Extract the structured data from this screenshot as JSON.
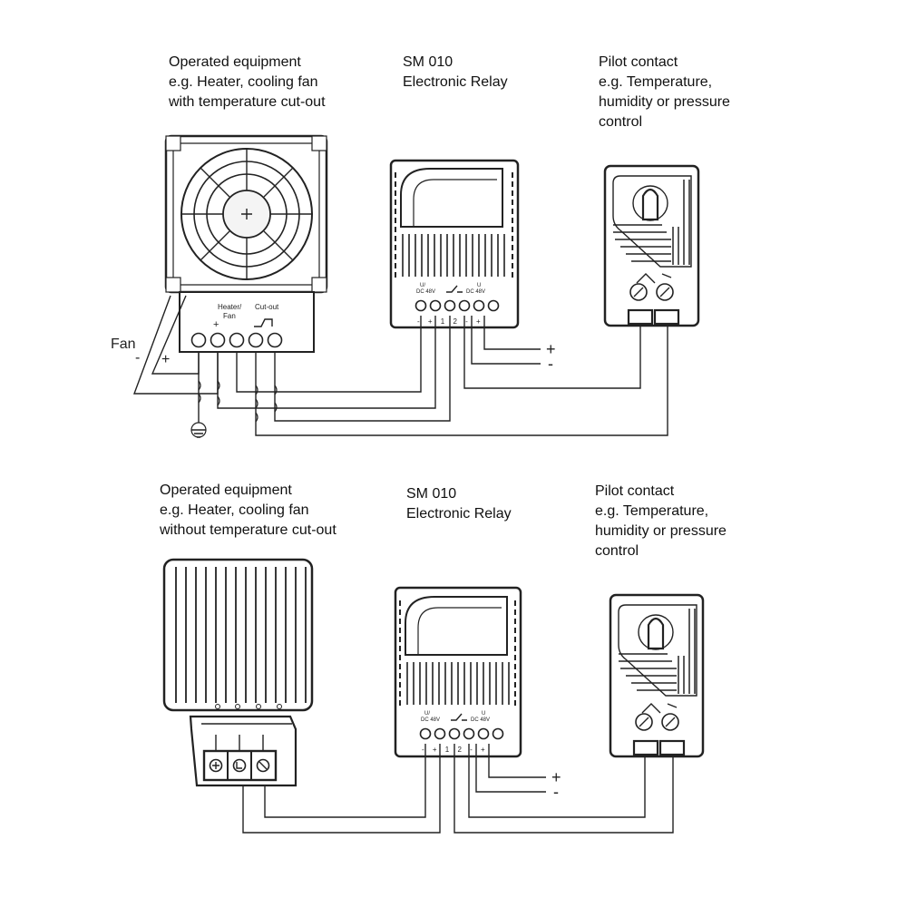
{
  "top": {
    "equipment": {
      "title": "Operated equipment",
      "line1": "e.g. Heater, cooling fan",
      "line2": "with temperature cut-out",
      "term_heater": "Heater/",
      "term_fan": "Fan",
      "term_cutout": "Cut-out",
      "plus": "+"
    },
    "relay": {
      "title": "SM 010",
      "subtitle": "Electronic Relay",
      "rating_left_a": "U/",
      "rating_left_b": "DC 48V",
      "rating_right_a": "U",
      "rating_right_b": "DC 48V",
      "terminals": "- + 1 2 - +"
    },
    "pilot": {
      "title": "Pilot contact",
      "line1": "e.g. Temperature,",
      "line2": "humidity or pressure",
      "line3": "control"
    },
    "fan_label": "Fan",
    "fan_minus": "-",
    "fan_plus": "+",
    "supply_plus": "+",
    "supply_minus": "-"
  },
  "bottom": {
    "equipment": {
      "title": "Operated equipment",
      "line1": "e.g. Heater, cooling fan",
      "line2": "without temperature cut-out"
    },
    "relay": {
      "title": "SM 010",
      "subtitle": "Electronic Relay",
      "rating_left_a": "U/",
      "rating_left_b": "DC 48V",
      "rating_right_a": "U",
      "rating_right_b": "DC 48V",
      "terminals": "- + 1 2 - +"
    },
    "pilot": {
      "title": "Pilot contact",
      "line1": "e.g. Temperature,",
      "line2": "humidity or pressure",
      "line3": "control"
    },
    "supply_plus": "+",
    "supply_minus": "-"
  }
}
